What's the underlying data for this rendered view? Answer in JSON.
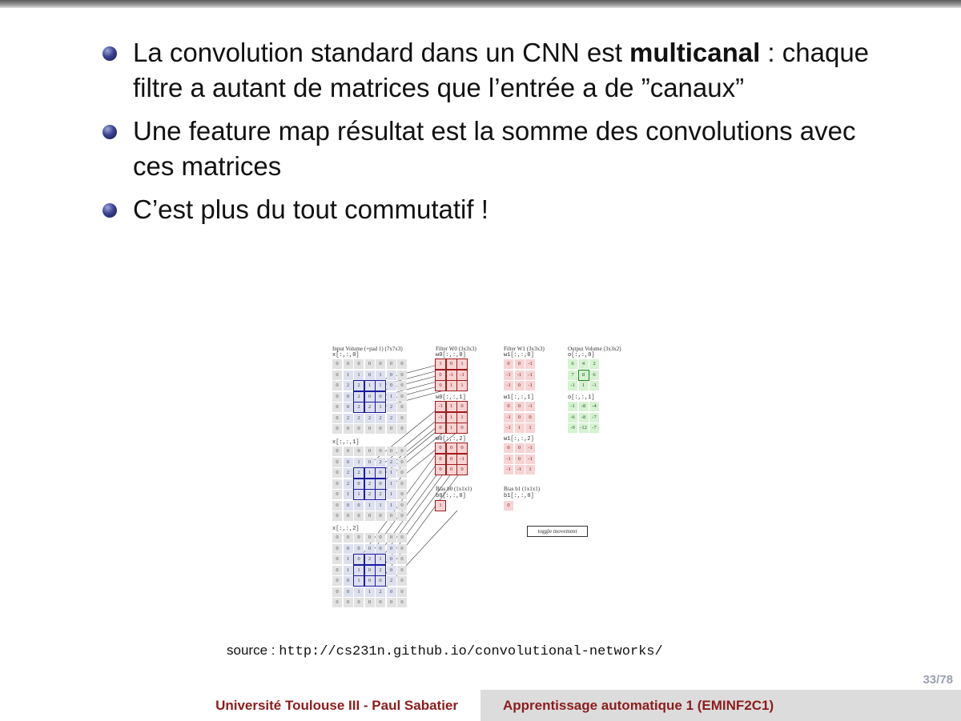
{
  "bullets": [
    {
      "pre": "La convolution standard dans un CNN est ",
      "bold": "multicanal",
      "post": " : chaque filtre a autant de matrices que l’entrée a de ”canaux”"
    },
    {
      "pre": "Une feature map résultat est la somme des convolutions avec ces matrices",
      "bold": "",
      "post": ""
    },
    {
      "pre": "C’est plus du tout commutatif !",
      "bold": "",
      "post": ""
    }
  ],
  "figure": {
    "input_title": "Input Volume (+pad 1) (7x7x3)",
    "input_slices": [
      {
        "label": "x[:,:,0]",
        "rows": [
          [
            "0",
            "0",
            "0",
            "0",
            "0",
            "0",
            "0"
          ],
          [
            "0",
            "1",
            "1",
            "0",
            "1",
            "0",
            "0"
          ],
          [
            "0",
            "2",
            "2",
            "1",
            "1",
            "0",
            "0"
          ],
          [
            "0",
            "0",
            "2",
            "0",
            "0",
            "1",
            "0"
          ],
          [
            "0",
            "0",
            "2",
            "2",
            "1",
            "2",
            "0"
          ],
          [
            "0",
            "2",
            "2",
            "2",
            "2",
            "2",
            "0"
          ],
          [
            "0",
            "0",
            "0",
            "0",
            "0",
            "0",
            "0"
          ]
        ]
      },
      {
        "label": "x[:,:,1]",
        "rows": [
          [
            "0",
            "0",
            "0",
            "0",
            "0",
            "0",
            "0"
          ],
          [
            "0",
            "0",
            "1",
            "0",
            "2",
            "2",
            "0"
          ],
          [
            "0",
            "2",
            "2",
            "1",
            "0",
            "1",
            "0"
          ],
          [
            "0",
            "2",
            "0",
            "2",
            "0",
            "1",
            "0"
          ],
          [
            "0",
            "1",
            "1",
            "2",
            "2",
            "1",
            "0"
          ],
          [
            "0",
            "0",
            "0",
            "1",
            "1",
            "1",
            "0"
          ],
          [
            "0",
            "0",
            "0",
            "0",
            "0",
            "0",
            "0"
          ]
        ]
      },
      {
        "label": "x[:,:,2]",
        "rows": [
          [
            "0",
            "0",
            "0",
            "0",
            "0",
            "0",
            "0"
          ],
          [
            "0",
            "0",
            "0",
            "0",
            "0",
            "0",
            "0"
          ],
          [
            "0",
            "1",
            "0",
            "2",
            "1",
            "0",
            "0"
          ],
          [
            "0",
            "1",
            "1",
            "0",
            "2",
            "0",
            "0"
          ],
          [
            "0",
            "0",
            "1",
            "0",
            "0",
            "2",
            "0"
          ],
          [
            "0",
            "0",
            "1",
            "1",
            "2",
            "0",
            "0"
          ],
          [
            "0",
            "0",
            "0",
            "0",
            "0",
            "0",
            "0"
          ]
        ]
      }
    ],
    "w0_title": "Filter W0 (3x3x3)",
    "w0_slices": [
      {
        "label": "w0[:,:,0]",
        "rows": [
          [
            "1",
            "0",
            "1"
          ],
          [
            "0",
            "-1",
            "-1"
          ],
          [
            "0",
            "1",
            "1"
          ]
        ]
      },
      {
        "label": "w0[:,:,1]",
        "rows": [
          [
            "-1",
            "1",
            "0"
          ],
          [
            "-1",
            "1",
            "1"
          ],
          [
            "0",
            "1",
            "0"
          ]
        ]
      },
      {
        "label": "w0[:,:,2]",
        "rows": [
          [
            "0",
            "0",
            "0"
          ],
          [
            "0",
            "0",
            "-1"
          ],
          [
            "0",
            "0",
            "0"
          ]
        ]
      }
    ],
    "w1_title": "Filter W1 (3x3x3)",
    "w1_slices": [
      {
        "label": "w1[:,:,0]",
        "rows": [
          [
            "0",
            "0",
            "-1"
          ],
          [
            "-1",
            "-1",
            "-1"
          ],
          [
            "-1",
            "0",
            "-1"
          ]
        ]
      },
      {
        "label": "w1[:,:,1]",
        "rows": [
          [
            "0",
            "0",
            "-1"
          ],
          [
            "-1",
            "0",
            "0"
          ],
          [
            "-1",
            "1",
            "1"
          ]
        ]
      },
      {
        "label": "w1[:,:,2]",
        "rows": [
          [
            "0",
            "0",
            "-1"
          ],
          [
            "-1",
            "0",
            "-1"
          ],
          [
            "-1",
            "-1",
            "1"
          ]
        ]
      }
    ],
    "b0_title": "Bias b0 (1x1x1)",
    "b0_label": "b0[:,:,0]",
    "b0_value": "1",
    "b1_title": "Bias b1 (1x1x1)",
    "b1_label": "b1[:,:,0]",
    "b1_value": "0",
    "output_title": "Output Volume (3x3x2)",
    "output_slices": [
      {
        "label": "o[:,:,0]",
        "rows": [
          [
            "6",
            "4",
            "2"
          ],
          [
            "7",
            "8",
            "6"
          ],
          [
            "-1",
            "1",
            "-1"
          ]
        ]
      },
      {
        "label": "o[:,:,1]",
        "rows": [
          [
            "-1",
            "-8",
            "-4"
          ],
          [
            "-6",
            "-8",
            "-7"
          ],
          [
            "-9",
            "-12",
            "-7"
          ]
        ]
      }
    ],
    "toggle_label": "toggle movement"
  },
  "source_label": "source :",
  "source_url": "http://cs231n.github.io/convolutional-networks/",
  "page_number": "33/78",
  "footer_left": "Université Toulouse III - Paul Sabatier",
  "footer_right": "Apprentissage automatique 1 (EMINF2C1)"
}
